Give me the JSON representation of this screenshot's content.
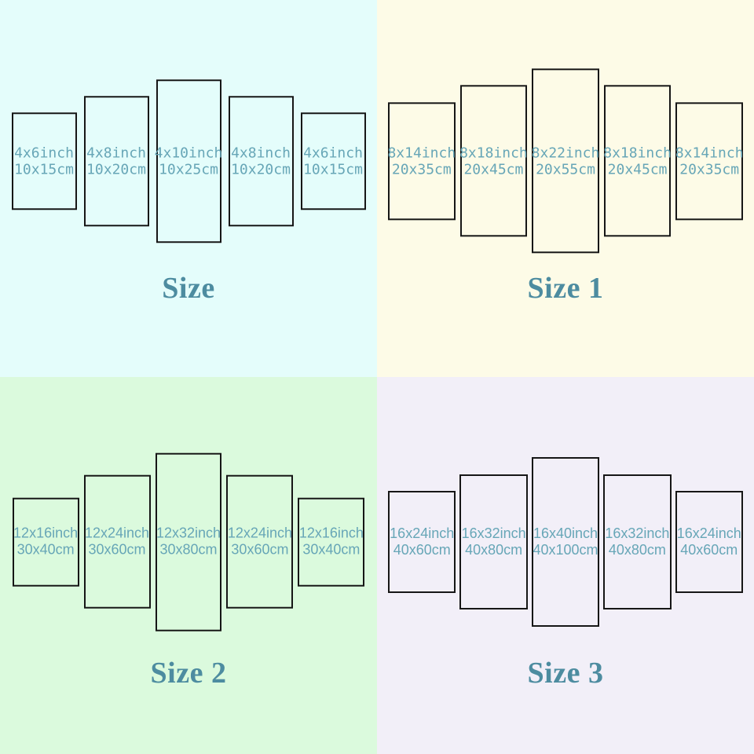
{
  "colors": {
    "label_text": "#67a6b7",
    "title_text": "#4d8ca0",
    "panel_border": "#161616"
  },
  "quadrants": [
    {
      "title": "Size",
      "bg": "#e4fdfb",
      "panels": [
        {
          "inch_label": "4x6inch",
          "cm_label": "10x15cm",
          "w_in": 4,
          "h_in": 6
        },
        {
          "inch_label": "4x8inch",
          "cm_label": "10x20cm",
          "w_in": 4,
          "h_in": 8
        },
        {
          "inch_label": "4x10inch",
          "cm_label": "10x25cm",
          "w_in": 4,
          "h_in": 10
        },
        {
          "inch_label": "4x8inch",
          "cm_label": "10x20cm",
          "w_in": 4,
          "h_in": 8
        },
        {
          "inch_label": "4x6inch",
          "cm_label": "10x15cm",
          "w_in": 4,
          "h_in": 6
        }
      ]
    },
    {
      "title": "Size 1",
      "bg": "#fdfbe7",
      "panels": [
        {
          "inch_label": "8x14inch",
          "cm_label": "20x35cm",
          "w_in": 8,
          "h_in": 14
        },
        {
          "inch_label": "8x18inch",
          "cm_label": "20x45cm",
          "w_in": 8,
          "h_in": 18
        },
        {
          "inch_label": "8x22inch",
          "cm_label": "20x55cm",
          "w_in": 8,
          "h_in": 22
        },
        {
          "inch_label": "8x18inch",
          "cm_label": "20x45cm",
          "w_in": 8,
          "h_in": 18
        },
        {
          "inch_label": "8x14inch",
          "cm_label": "20x35cm",
          "w_in": 8,
          "h_in": 14
        }
      ]
    },
    {
      "title": "Size 2",
      "bg": "#dbfadd",
      "panels": [
        {
          "inch_label": "12x16inch",
          "cm_label": "30x40cm",
          "w_in": 12,
          "h_in": 16
        },
        {
          "inch_label": "12x24inch",
          "cm_label": "30x60cm",
          "w_in": 12,
          "h_in": 24
        },
        {
          "inch_label": "12x32inch",
          "cm_label": "30x80cm",
          "w_in": 12,
          "h_in": 32
        },
        {
          "inch_label": "12x24inch",
          "cm_label": "30x60cm",
          "w_in": 12,
          "h_in": 24
        },
        {
          "inch_label": "12x16inch",
          "cm_label": "30x40cm",
          "w_in": 12,
          "h_in": 16
        }
      ]
    },
    {
      "title": "Size 3",
      "bg": "#f2eff8",
      "panels": [
        {
          "inch_label": "16x24inch",
          "cm_label": "40x60cm",
          "w_in": 16,
          "h_in": 24
        },
        {
          "inch_label": "16x32inch",
          "cm_label": "40x80cm",
          "w_in": 16,
          "h_in": 32
        },
        {
          "inch_label": "16x40inch",
          "cm_label": "40x100cm",
          "w_in": 16,
          "h_in": 40
        },
        {
          "inch_label": "16x32inch",
          "cm_label": "40x80cm",
          "w_in": 16,
          "h_in": 32
        },
        {
          "inch_label": "16x24inch",
          "cm_label": "40x60cm",
          "w_in": 16,
          "h_in": 24
        }
      ]
    }
  ]
}
